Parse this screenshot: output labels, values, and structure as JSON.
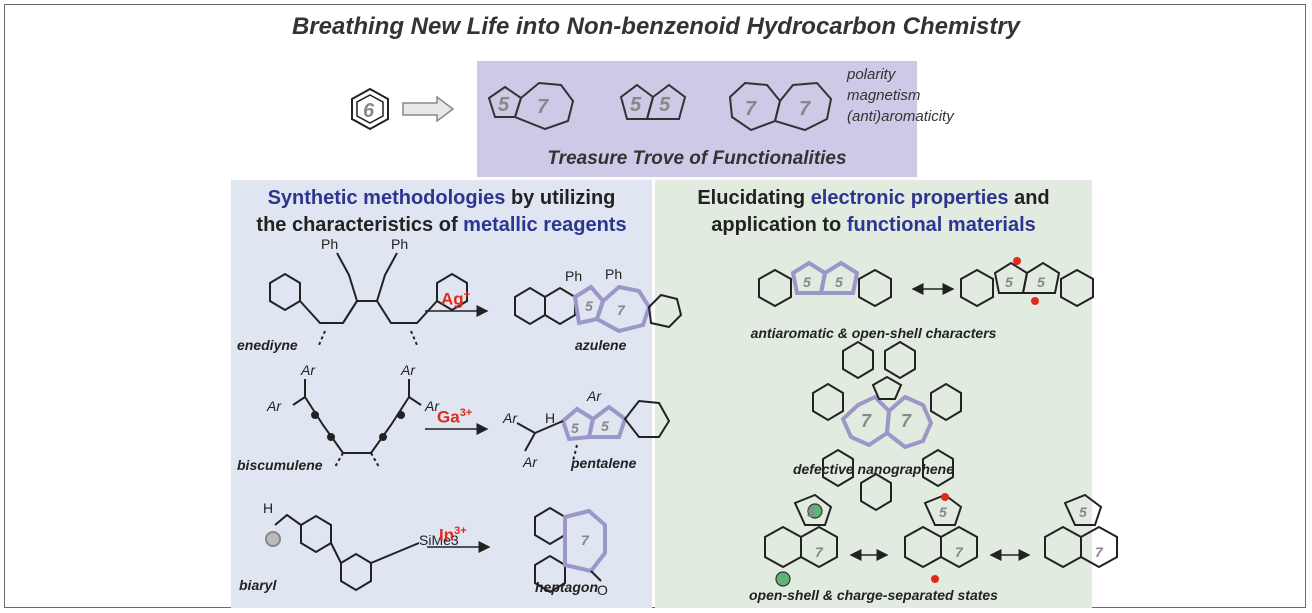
{
  "title": "Breathing New Life into Non-benzenoid Hydrocarbon Chemistry",
  "top": {
    "benzene_ring_label": "6",
    "ring_labels": [
      "5",
      "7",
      "5",
      "5",
      "7",
      "7"
    ],
    "properties": [
      "polarity",
      "magnetism",
      "(anti)aromaticity"
    ],
    "caption": "Treasure Trove of Functionalities"
  },
  "left": {
    "heading": {
      "line1_hl": "Synthetic methodologies",
      "line1_rest": " by utilizing",
      "line2_rest": "the characteristics of ",
      "line2_hl": "metallic reagents"
    },
    "reactions": [
      {
        "start_label": "enediyne",
        "reagent": "Ag",
        "charge": "+",
        "product_label": "azulene",
        "substituents": [
          "Ph",
          "Ph",
          "Ph",
          "Ph"
        ],
        "ring_labels": [
          "5",
          "7"
        ]
      },
      {
        "start_label": "biscumulene",
        "reagent": "Ga",
        "charge": "3+",
        "product_label": "pentalene",
        "substituents": [
          "Ar",
          "Ar",
          "Ar",
          "Ar",
          "Ar",
          "H",
          "Ar",
          "Ar"
        ],
        "ring_labels": [
          "5",
          "5"
        ]
      },
      {
        "start_label": "biaryl",
        "reagent": "In",
        "charge": "3+",
        "product_label": "heptagon",
        "substituents": [
          "H",
          "SiMe3",
          "O"
        ],
        "ring_labels": [
          "7"
        ]
      }
    ]
  },
  "right": {
    "heading": {
      "line1_rest": "Elucidating ",
      "line1_hl": "electronic properties",
      "line1_end": " and",
      "line2_rest": "application to ",
      "line2_hl": "functional materials"
    },
    "captions": [
      "antiaromatic & open-shell characters",
      "defective nanographene",
      "open-shell & charge-separated states"
    ],
    "ring_labels": [
      "5",
      "5",
      "5",
      "5",
      "7",
      "7",
      "5",
      "7",
      "5",
      "7",
      "5",
      "7"
    ]
  },
  "colors": {
    "accent": "#2d3591",
    "reagent": "#e02a1c",
    "top_panel": "#cdc9e6",
    "left_panel": "#dfe5f1",
    "right_panel": "#e1ebe0",
    "highlight": "#9b97c9"
  }
}
